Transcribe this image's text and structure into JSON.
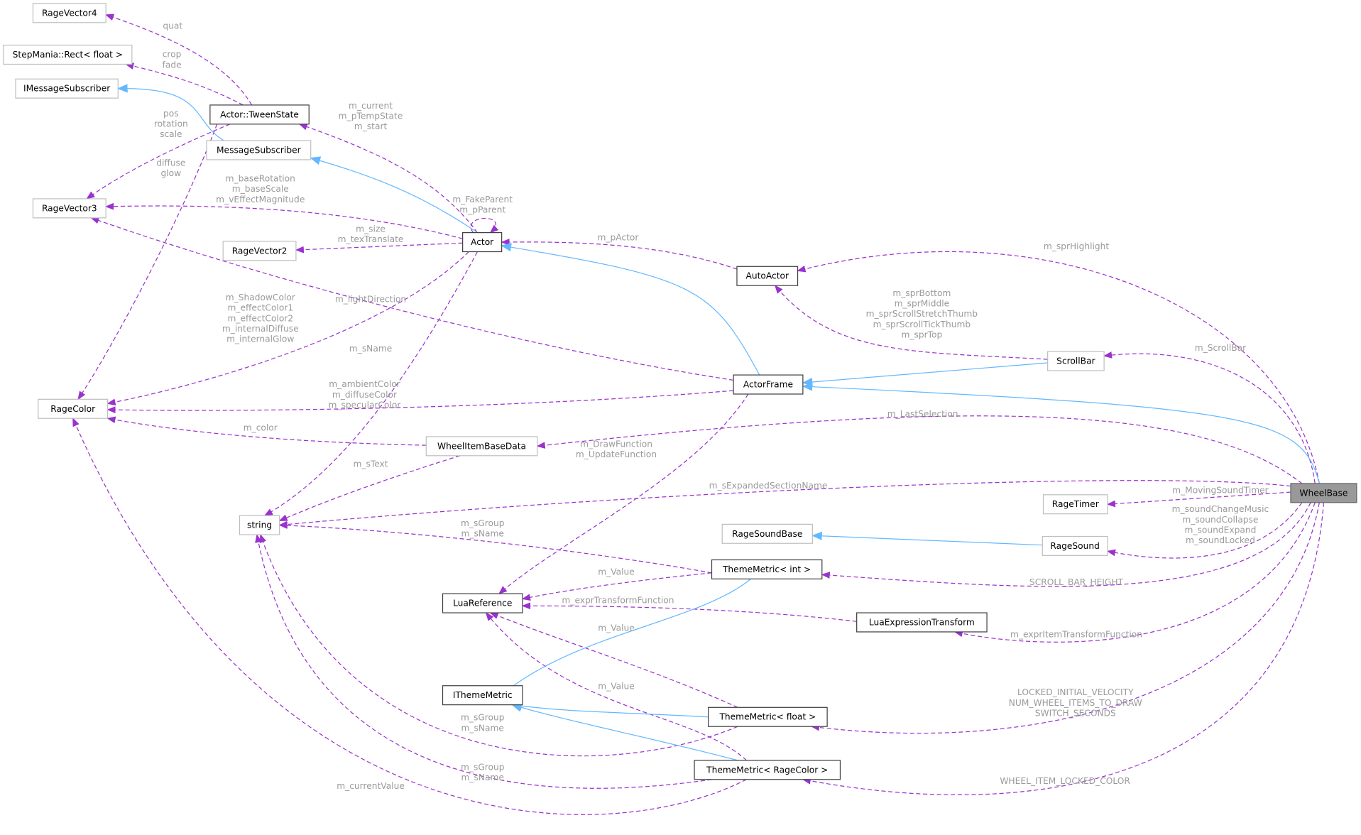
{
  "colors": {
    "member_edge": "#9a32cd",
    "inherit_edge": "#63b8ff",
    "label": "#9a9a9a",
    "focus_node": "#999999"
  },
  "nodes": {
    "RageVector4": "RageVector4",
    "Rect": "StepMania::Rect< float >",
    "IMessageSubscriber": "IMessageSubscriber",
    "TweenState": "Actor::TweenState",
    "MessageSubscriber": "MessageSubscriber",
    "RageVector3": "RageVector3",
    "RageVector2": "RageVector2",
    "Actor": "Actor",
    "AutoActor": "AutoActor",
    "ScrollBar": "ScrollBar",
    "ActorFrame": "ActorFrame",
    "RageColor": "RageColor",
    "WheelItemBaseData": "WheelItemBaseData",
    "string": "string",
    "RageTimer": "RageTimer",
    "RageSoundBase": "RageSoundBase",
    "RageSound": "RageSound",
    "ThemeMetricInt": "ThemeMetric< int >",
    "LuaReference": "LuaReference",
    "LuaExpressionTransform": "LuaExpressionTransform",
    "IThemeMetric": "IThemeMetric",
    "ThemeMetricFloat": "ThemeMetric< float >",
    "ThemeMetricColor": "ThemeMetric< RageColor >",
    "WheelBase": "WheelBase"
  },
  "labels": {
    "quat": [
      "quat"
    ],
    "crop": [
      "crop",
      "fade"
    ],
    "pos": [
      "pos",
      "rotation",
      "scale"
    ],
    "diffuse": [
      "diffuse",
      "glow"
    ],
    "current": [
      "m_current",
      "m_pTempState",
      "m_start"
    ],
    "baseRotation": [
      "m_baseRotation",
      "m_baseScale",
      "m_vEffectMagnitude"
    ],
    "parent": [
      "m_FakeParent",
      "m_pParent"
    ],
    "size": [
      "m_size",
      "m_texTranslate"
    ],
    "shadow": [
      "m_ShadowColor",
      "m_effectColor1",
      "m_effectColor2",
      "m_internalDiffuse",
      "m_internalGlow"
    ],
    "light": [
      "m_lightDirection"
    ],
    "sName": [
      "m_sName"
    ],
    "pActor": [
      "m_pActor"
    ],
    "highlight": [
      "m_sprHighlight"
    ],
    "spr": [
      "m_sprBottom",
      "m_sprMiddle",
      "m_sprScrollStretchThumb",
      "m_sprScrollTickThumb",
      "m_sprTop"
    ],
    "scrollbar": [
      "m_ScrollBar"
    ],
    "ambient": [
      "m_ambientColor",
      "m_diffuseColor",
      "m_specularColor"
    ],
    "lastSel": [
      "m_LastSelection"
    ],
    "color": [
      "m_color"
    ],
    "drawFn": [
      "m_DrawFunction",
      "m_UpdateFunction"
    ],
    "sText": [
      "m_sText"
    ],
    "expanded": [
      "m_sExpandedSectionName"
    ],
    "moving": [
      "m_MovingSoundTimer"
    ],
    "sounds": [
      "m_soundChangeMusic",
      "m_soundCollapse",
      "m_soundExpand",
      "m_soundLocked"
    ],
    "groupInt": [
      "m_sGroup",
      "m_sName"
    ],
    "valueInt": [
      "m_Value"
    ],
    "scrollHeight": [
      "SCROLL_BAR_HEIGHT"
    ],
    "exprTransform": [
      "m_exprTransformFunction"
    ],
    "valueFloat": [
      "m_Value"
    ],
    "exprItem": [
      "m_exprItemTransformFunction"
    ],
    "valueColor": [
      "m_Value"
    ],
    "locked": [
      "LOCKED_INITIAL_VELOCITY",
      "NUM_WHEEL_ITEMS_TO_DRAW",
      "SWITCH_SECONDS"
    ],
    "groupFloat": [
      "m_sGroup",
      "m_sName"
    ],
    "groupColor": [
      "m_sGroup",
      "m_sName"
    ],
    "currentValue": [
      "m_currentValue"
    ],
    "lockedColor": [
      "WHEEL_ITEM_LOCKED_COLOR"
    ]
  }
}
